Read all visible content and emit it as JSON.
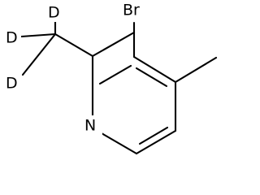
{
  "molecule": {
    "atoms": {
      "bromine": "Br",
      "nitrogen": "N",
      "deuterium_top": "D",
      "deuterium_middle": "D",
      "deuterium_bottom": "D"
    }
  }
}
